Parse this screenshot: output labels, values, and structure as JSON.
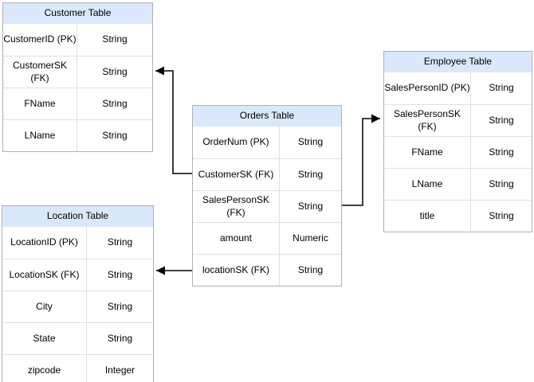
{
  "diagram": {
    "type": "entity-relationship",
    "colors": {
      "header_fill": "#dae8fc",
      "table_border": "#b0b0b0",
      "grid_line": "#e0e0e0",
      "connector": "#000000",
      "text": "#000000",
      "background": "#ffffff"
    },
    "tables": [
      {
        "id": "customer-table",
        "title": "Customer Table",
        "rows": [
          {
            "field": "CustomerID (PK)",
            "type": "String"
          },
          {
            "field": "CustomerSK\n(FK)",
            "type": "String"
          },
          {
            "field": "FName",
            "type": "String"
          },
          {
            "field": "LName",
            "type": "String"
          }
        ]
      },
      {
        "id": "orders-table",
        "title": "Orders Table",
        "rows": [
          {
            "field": "OrderNum (PK)",
            "type": "String"
          },
          {
            "field": "CustomerSK (FK)",
            "type": "String"
          },
          {
            "field": "SalesPersonSK\n(FK)",
            "type": "String"
          },
          {
            "field": "amount",
            "type": "Numeric"
          },
          {
            "field": "locationSK (FK)",
            "type": "String"
          }
        ]
      },
      {
        "id": "employee-table",
        "title": "Employee Table",
        "rows": [
          {
            "field": "SalesPersonID (PK)",
            "type": "String"
          },
          {
            "field": "SalesPersonSK\n(FK)",
            "type": "String"
          },
          {
            "field": "FName",
            "type": "String"
          },
          {
            "field": "LName",
            "type": "String"
          },
          {
            "field": "title",
            "type": "String"
          }
        ]
      },
      {
        "id": "location-table",
        "title": "Location Table",
        "rows": [
          {
            "field": "LocationID (PK)",
            "type": "String"
          },
          {
            "field": "LocationSK (FK)",
            "type": "String"
          },
          {
            "field": "City",
            "type": "String"
          },
          {
            "field": "State",
            "type": "String"
          },
          {
            "field": "zipcode",
            "type": "Integer"
          }
        ]
      }
    ],
    "relations": [
      {
        "from": "Orders Table.CustomerSK (FK)",
        "to": "Customer Table.CustomerSK (FK)"
      },
      {
        "from": "Orders Table.SalesPersonSK (FK)",
        "to": "Employee Table.SalesPersonSK (FK)"
      },
      {
        "from": "Orders Table.locationSK (FK)",
        "to": "Location Table.LocationSK (FK)"
      }
    ]
  }
}
